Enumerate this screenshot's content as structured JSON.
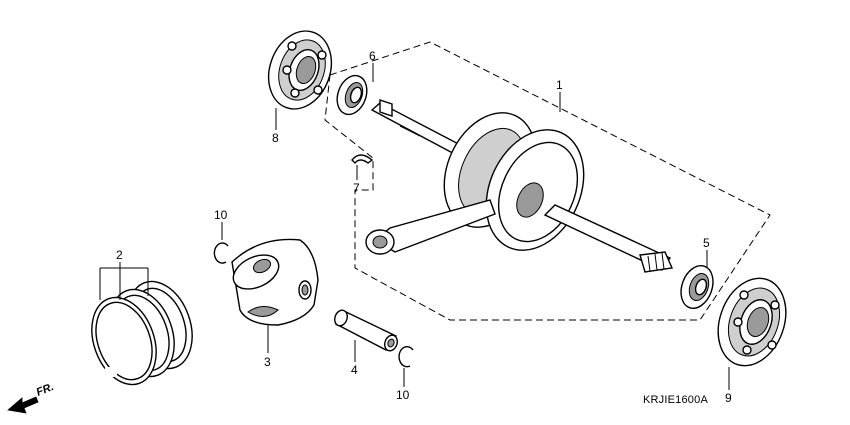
{
  "diagram": {
    "callouts": [
      "1",
      "2",
      "3",
      "4",
      "5",
      "6",
      "7",
      "8",
      "9",
      "10",
      "10"
    ],
    "drawing_code": "KRJIE1600A",
    "front_marker": "FR."
  }
}
